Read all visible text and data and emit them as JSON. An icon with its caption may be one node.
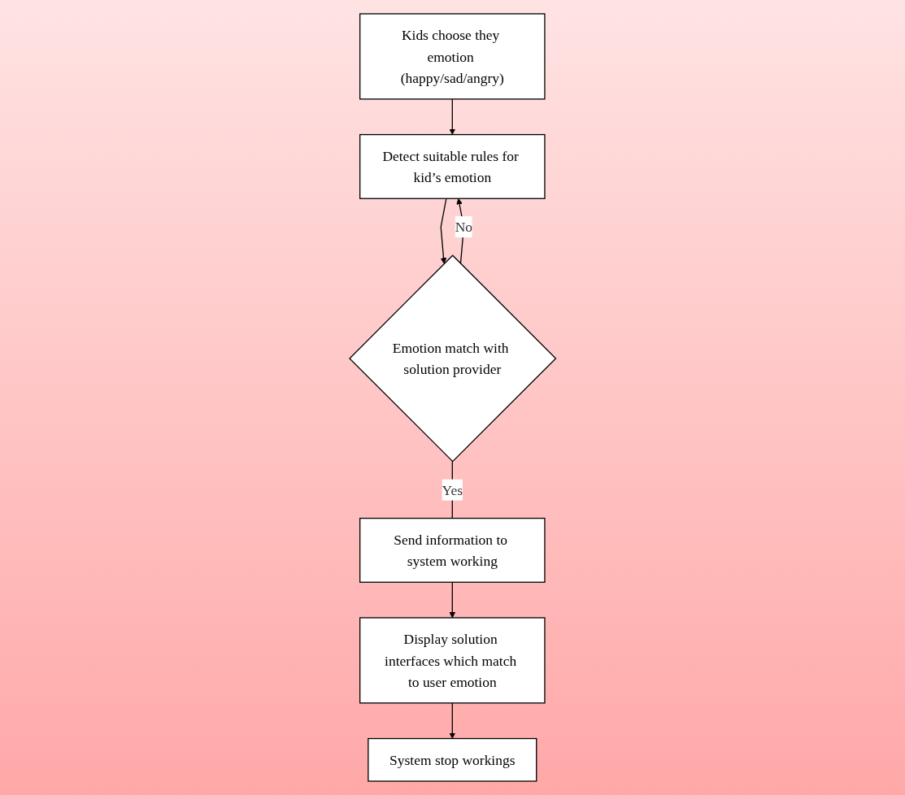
{
  "diagram": {
    "nodes": [
      {
        "text": [
          "Kids choose they emotion (happy/sad/angry)"
        ]
      },
      {
        "text": [
          "Detect suitable rules for kid’s emotion"
        ]
      },
      {
        "text": [
          "Emotion match with solution provider"
        ]
      },
      {
        "text": [
          "Send information to system working"
        ]
      },
      {
        "text": [
          "Display solution interfaces which match to user emotion"
        ]
      },
      {
        "text": [
          "System stop workings"
        ]
      }
    ],
    "edges": [
      {
        "from": 0,
        "to": 1,
        "arrow": "to"
      },
      {
        "from": 1,
        "to": 2,
        "arrow": "to"
      },
      {
        "from": 2,
        "to": 3,
        "arrow": "none",
        "label": "Yes"
      },
      {
        "from": 2,
        "to": 1,
        "arrow": "to",
        "label": "No"
      },
      {
        "from": 3,
        "to": 4,
        "arrow": "to"
      },
      {
        "from": 4,
        "to": 5,
        "arrow": "to"
      }
    ]
  }
}
